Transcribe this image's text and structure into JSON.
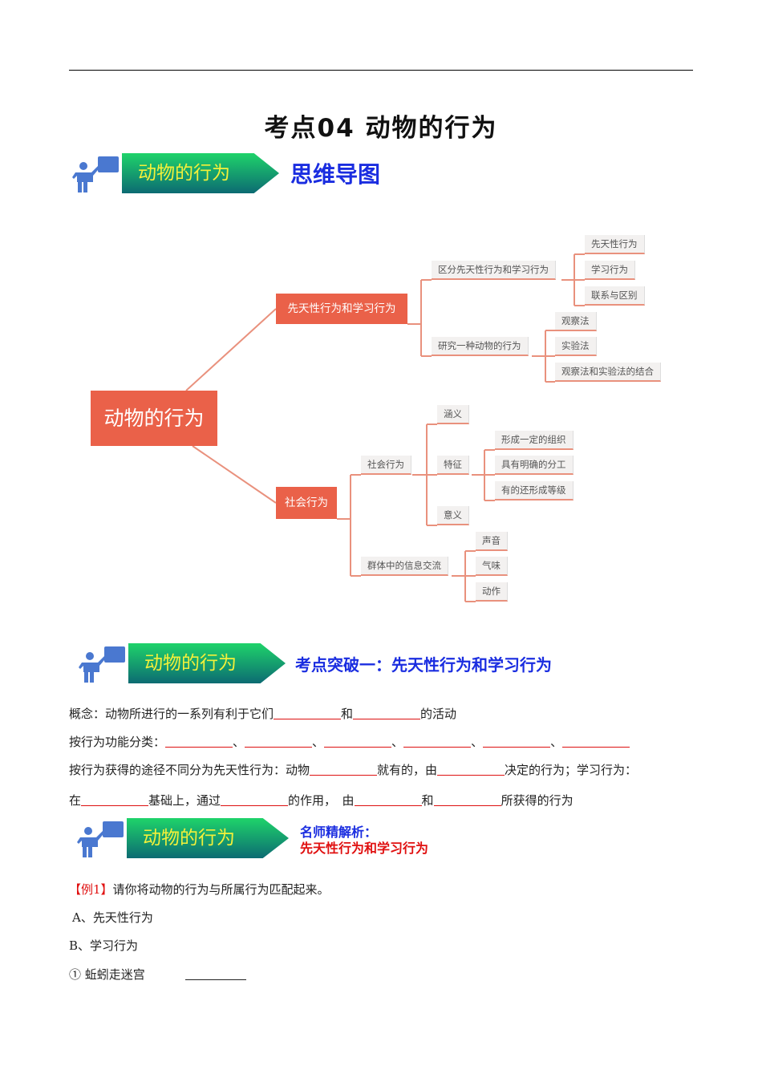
{
  "title": "考点04 动物的行为",
  "banner_label": "动物的行为",
  "section1": {
    "title": "思维导图"
  },
  "mindmap": {
    "root": "动物的行为",
    "b1": "先天性行为和学习行为",
    "b2": "社会行为",
    "b1_children": [
      "区分先天性行为和学习行为",
      "研究一种动物的行为"
    ],
    "b1a_children": [
      "先天性行为",
      "学习行为",
      "联系与区别"
    ],
    "b1b_children": [
      "观察法",
      "实验法",
      "观察法和实验法的结合"
    ],
    "b2_children": [
      "社会行为",
      "群体中的信息交流"
    ],
    "b2a_children": [
      "涵义",
      "特征",
      "意义"
    ],
    "feature_children": [
      "形成一定的组织",
      "具有明确的分工",
      "有的还形成等级"
    ],
    "b2b_children": [
      "声音",
      "气味",
      "动作"
    ]
  },
  "section2": {
    "title": "考点突破一：先天性行为和学习行为",
    "line1": [
      "概念：动物所进行的一系列有利于它们",
      "和",
      "的活动"
    ],
    "line2": [
      "按行为功能分类：",
      "、"
    ],
    "line3": [
      "按行为获得的途径不同分为先天性行为：动物",
      "就有的，由",
      "决定的行为；学习行为："
    ],
    "line4": [
      "在",
      "基础上，通过",
      "的作用，　由",
      "和",
      "所获得的行为"
    ]
  },
  "section3": {
    "title1": "名师精解析：",
    "title2": "先天性行为和学习行为"
  },
  "example": {
    "tag": "【例1】",
    "text": "请你将动物的行为与所属行为匹配起来。",
    "a": "A、先天性行为",
    "b": "B、学习行为",
    "item1": "① 蚯蚓走迷宫"
  },
  "colors": {
    "accent": "#ea6149",
    "blue": "#1a2de0",
    "red": "#e01010"
  }
}
